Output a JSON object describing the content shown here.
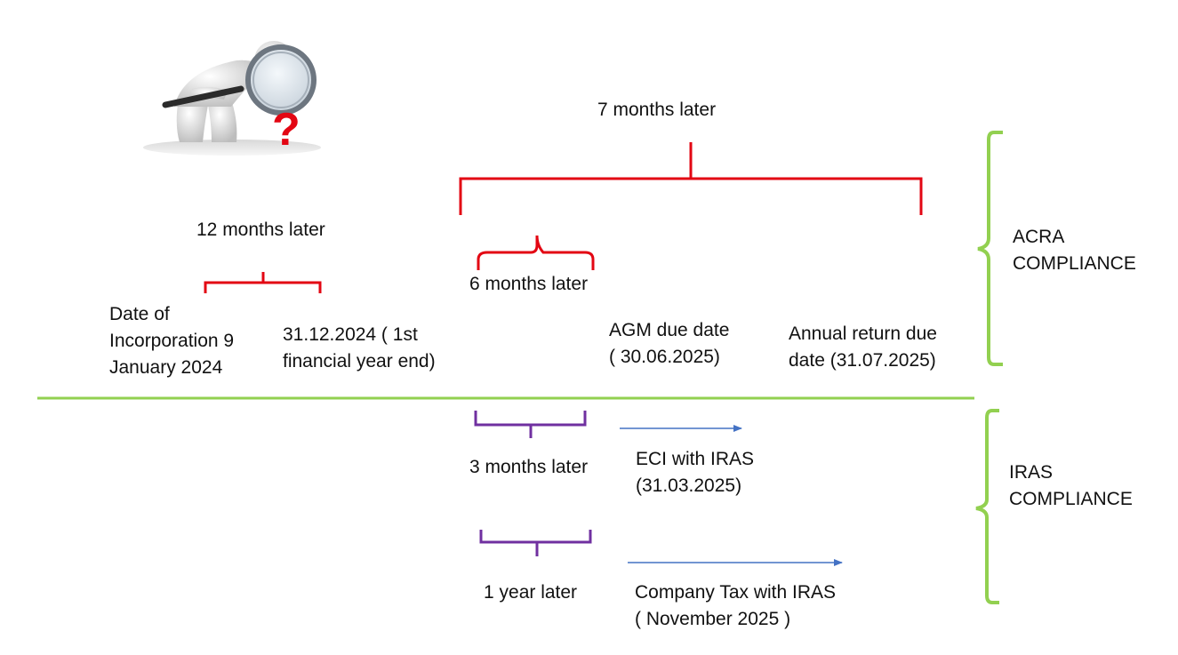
{
  "timeline": {
    "incorporation": "Date of\nIncorporation 9\nJanuary 2024",
    "fye": "31.12.2024 ( 1st\nfinancial year end)",
    "agm": "AGM due date\n( 30.06.2025)",
    "annual_return": "Annual return due\ndate (31.07.2025)",
    "eci": "ECI with IRAS\n(31.03.2025)",
    "company_tax": "Company Tax with IRAS\n( November  2025 )"
  },
  "intervals": {
    "twelve_months": "12 months later",
    "seven_months": "7 months later",
    "six_months": "6 months later",
    "three_months": "3 months later",
    "one_year": "1 year later"
  },
  "sections": {
    "acra": "ACRA\nCOMPLIANCE",
    "iras": "IRAS\nCOMPLIANCE"
  },
  "illustration": {
    "figure_icon": "person-with-magnifier-question-icon",
    "question_mark": "?"
  },
  "colors": {
    "red_bracket": "#e30613",
    "purple_bracket": "#7030a0",
    "green": "#92d050",
    "arrow_blue": "#4472c4"
  }
}
